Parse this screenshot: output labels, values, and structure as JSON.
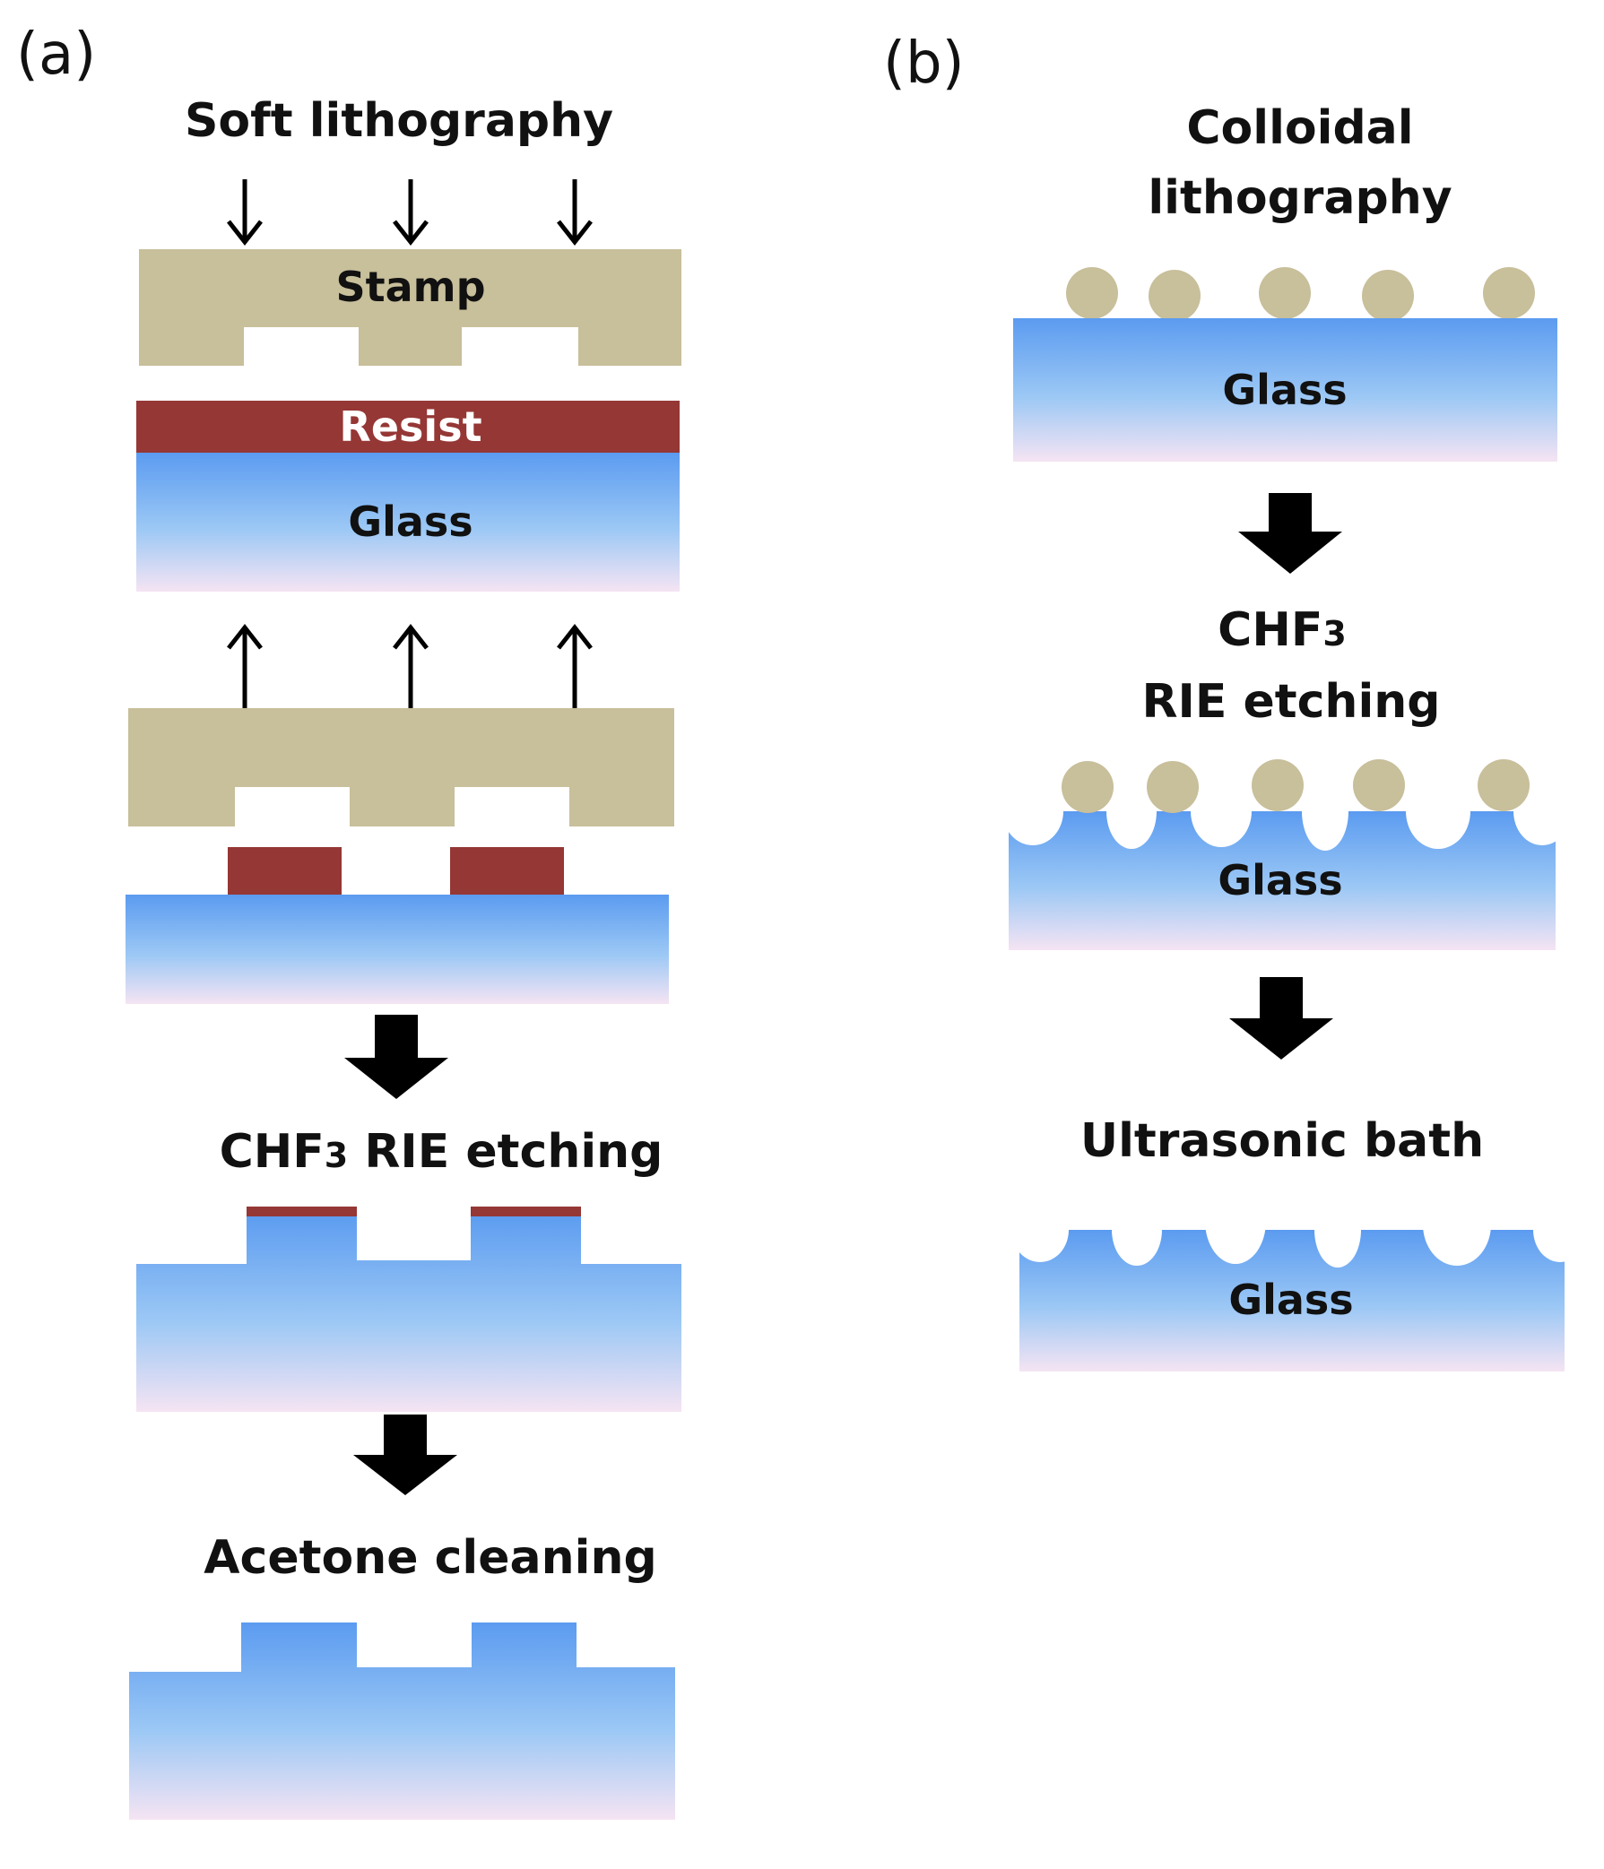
{
  "panel_a": {
    "label": "(a)",
    "title": "Soft lithography",
    "stamp_label": "Stamp",
    "resist_label": "Resist",
    "glass_label": "Glass",
    "step2_title_main": "CHF",
    "step2_title_sub": "3",
    "step2_title_rest": " RIE etching",
    "step3_title": "Acetone cleaning"
  },
  "panel_b": {
    "label": "(b)",
    "title_line1": "Colloidal",
    "title_line2": "lithography",
    "glass_label": "Glass",
    "step2_line1_main": "CHF",
    "step2_line1_sub": "3",
    "step2_line2": "RIE etching",
    "step3_title": "Ultrasonic bath"
  },
  "colors": {
    "stamp": "#c8bf9b",
    "resist": "#953735",
    "glass_top": "#5b9bf0",
    "glass_bottom": "#f3e3f3",
    "sphere": "#c8bf9b",
    "arrow": "#000000"
  }
}
